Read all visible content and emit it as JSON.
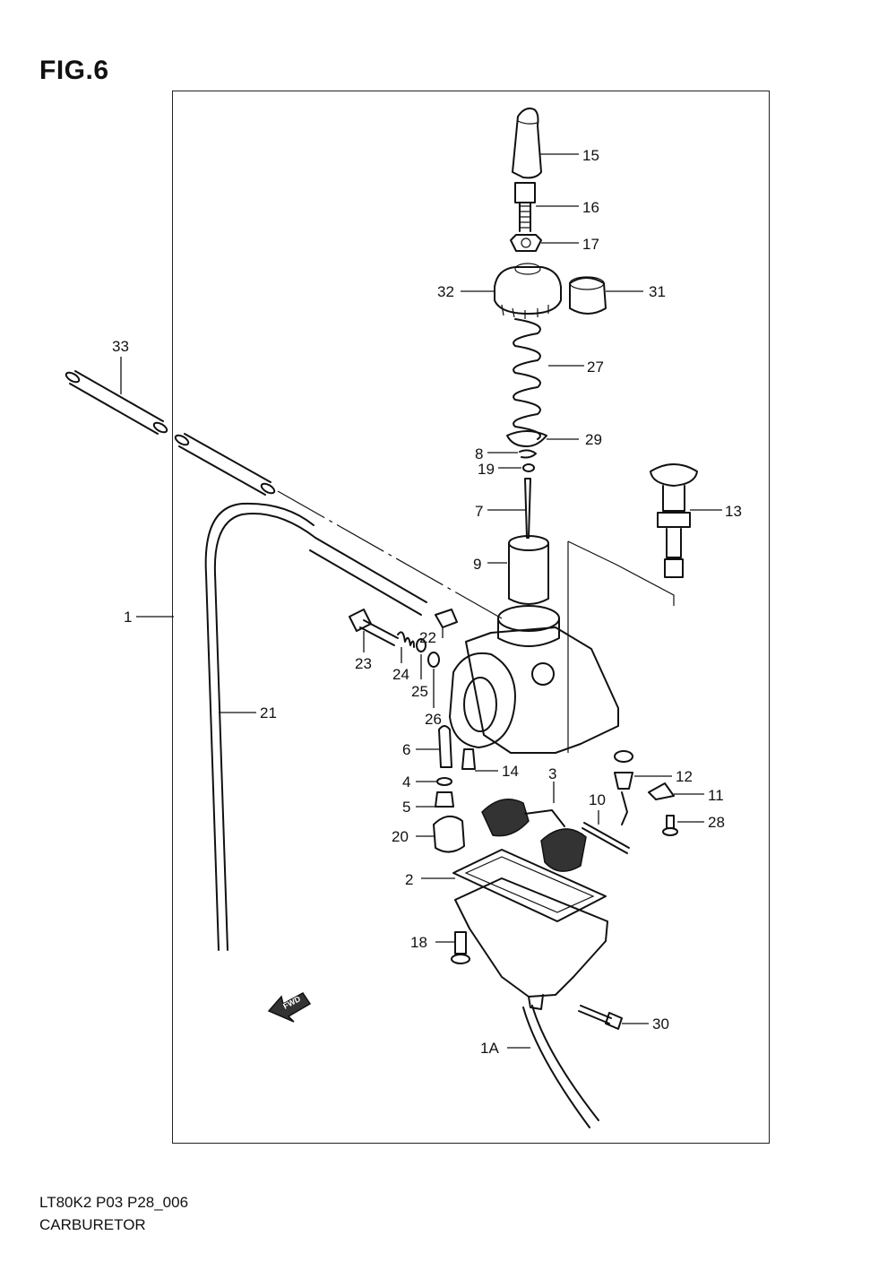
{
  "figure_label": "FIG.6",
  "footer": {
    "model_code": "LT80K2 P03 P28_006",
    "section_name": "CARBURETOR"
  },
  "fwd_badge": "FWD",
  "callouts": {
    "c15": "15",
    "c16": "16",
    "c17": "17",
    "c32": "32",
    "c31": "31",
    "c27": "27",
    "c8": "8",
    "c29": "29",
    "c19": "19",
    "c7": "7",
    "c13": "13",
    "c9": "9",
    "c33": "33",
    "c1": "1",
    "c22": "22",
    "c23": "23",
    "c24": "24",
    "c25": "25",
    "c26": "26",
    "c21": "21",
    "c6": "6",
    "c14": "14",
    "c3": "3",
    "c4": "4",
    "c12": "12",
    "c10": "10",
    "c11": "11",
    "c5": "5",
    "c28": "28",
    "c20": "20",
    "c2": "2",
    "c18": "18",
    "c30": "30",
    "c1A": "1A"
  }
}
